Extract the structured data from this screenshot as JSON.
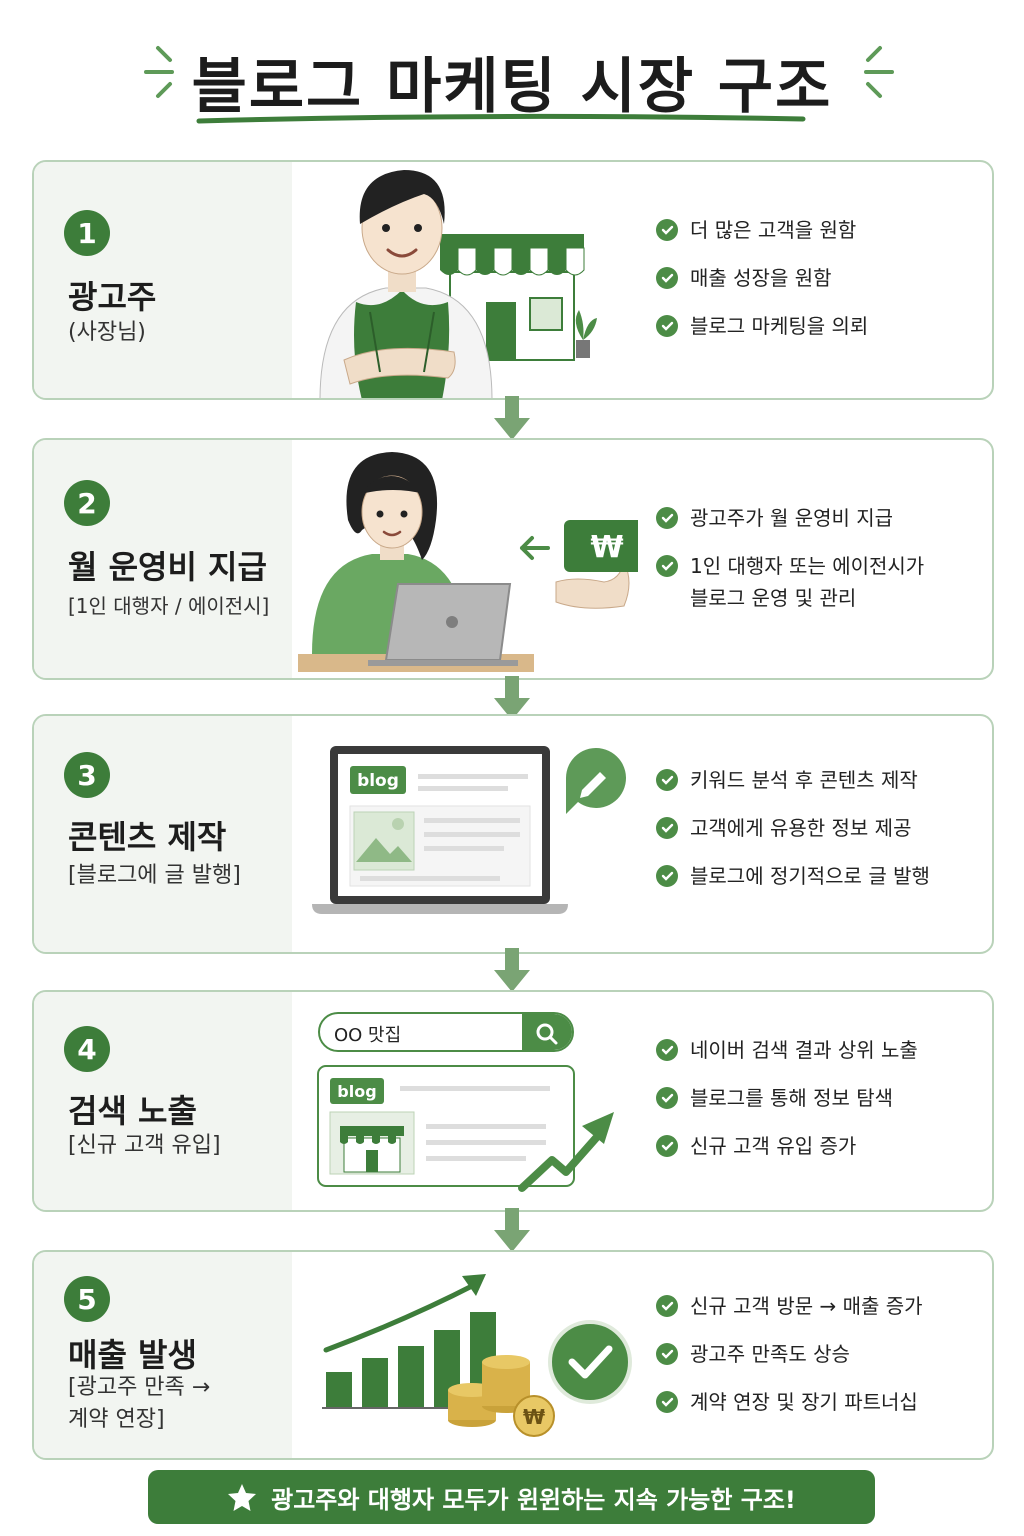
{
  "header": {
    "title": "블로그 마케팅 시장 구조"
  },
  "steps": [
    {
      "number": "1",
      "title": "광고주",
      "subtitle": [
        "(사장님)"
      ],
      "bullets": [
        "더 많은 고객을 원함",
        "매출 성장을 원함",
        "블로그 마케팅을 의뢰"
      ]
    },
    {
      "number": "2",
      "title": "월 운영비 지급",
      "subtitle": [
        "[1인 대행자 / 에이전시]"
      ],
      "bullets": [
        "광고주가 월 운영비 지급",
        "1인 대행자 또는 에이전시가",
        "블로그 운영 및 관리"
      ]
    },
    {
      "number": "3",
      "title": "콘텐츠 제작",
      "subtitle": [
        "[블로그에 글 발행]"
      ],
      "bullets": [
        "키워드 분석 후 콘텐츠 제작",
        "고객에게 유용한 정보 제공",
        "블로그에 정기적으로 글 발행"
      ]
    },
    {
      "number": "4",
      "title": "검색 노출",
      "subtitle": [
        "[신규 고객 유입]"
      ],
      "bullets": [
        "네이버 검색 결과 상위 노출",
        "블로그를 통해 정보 탐색",
        "신규 고객 유입 증가"
      ]
    },
    {
      "number": "5",
      "title": "매출 발생",
      "subtitle": [
        "[광고주 만족 →",
        " 계약 연장]"
      ],
      "bullets": [
        "신규 고객 방문 → 매출 증가",
        "광고주 만족도 상승",
        "계약 연장 및 장기 파트너십"
      ]
    }
  ],
  "illustrations": {
    "won_symbol": "₩",
    "blog_badge": "blog",
    "search_query": "OO 맛집",
    "icons": [
      "store-icon",
      "laptop-icon",
      "pencil-icon",
      "search-icon",
      "growth-arrow-icon",
      "coins-icon",
      "check-circle-icon",
      "star-icon"
    ]
  },
  "footer": {
    "banner": "광고주와 대행자 모두가 윈윈하는 지속 가능한 구조!"
  },
  "colors": {
    "accent": "#3d7d3a",
    "accent_light": "#4c8c46",
    "card_border": "#b9d2b9",
    "panel_bg": "#f2f5f1"
  }
}
